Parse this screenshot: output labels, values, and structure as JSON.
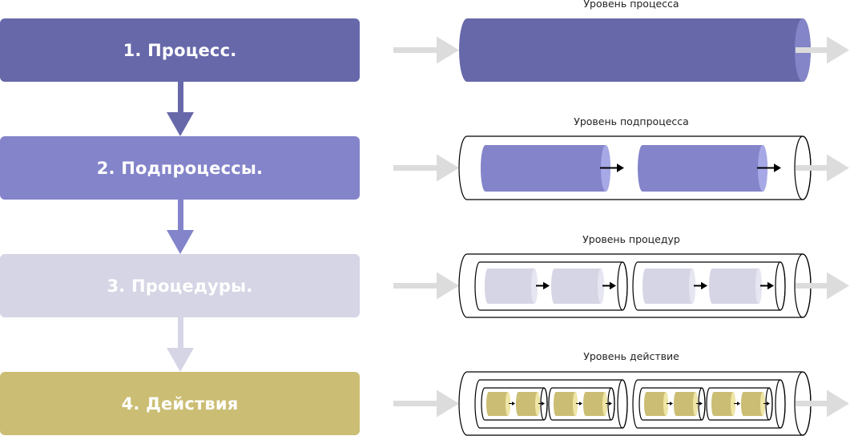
{
  "levels": [
    {
      "label": "1. Процесс.",
      "caption": "Уровень процесса",
      "box_color": "#6768aa",
      "arrow_color": "#6768aa",
      "cylinder_fill": "#6768aa",
      "cylinder_cap": "#8484c8",
      "nesting_depth": 0
    },
    {
      "label": "2. Подпроцессы.",
      "caption": "Уровень подпроцесса",
      "box_color": "#8384c9",
      "arrow_color": "#8384c9",
      "cylinder_fill": "#8384c9",
      "cylinder_cap": "#a7a8e6",
      "nesting_depth": 1
    },
    {
      "label": "3. Процедуры.",
      "caption": "Уровень процедур",
      "box_color": "#d5d5e5",
      "arrow_color": "#d5d5e5",
      "cylinder_fill": "#d5d5e5",
      "cylinder_cap": "#e6e6f2",
      "nesting_depth": 2
    },
    {
      "label": "4. Действия",
      "caption": "Уровень действие",
      "box_color": "#cbbe74",
      "arrow_color": "#cbbe74",
      "cylinder_fill": "#cbbe74",
      "cylinder_cap": "#efe6a6",
      "nesting_depth": 3
    }
  ],
  "flow_arrow_color": "#dcdcdc",
  "outline_color": "#000000"
}
